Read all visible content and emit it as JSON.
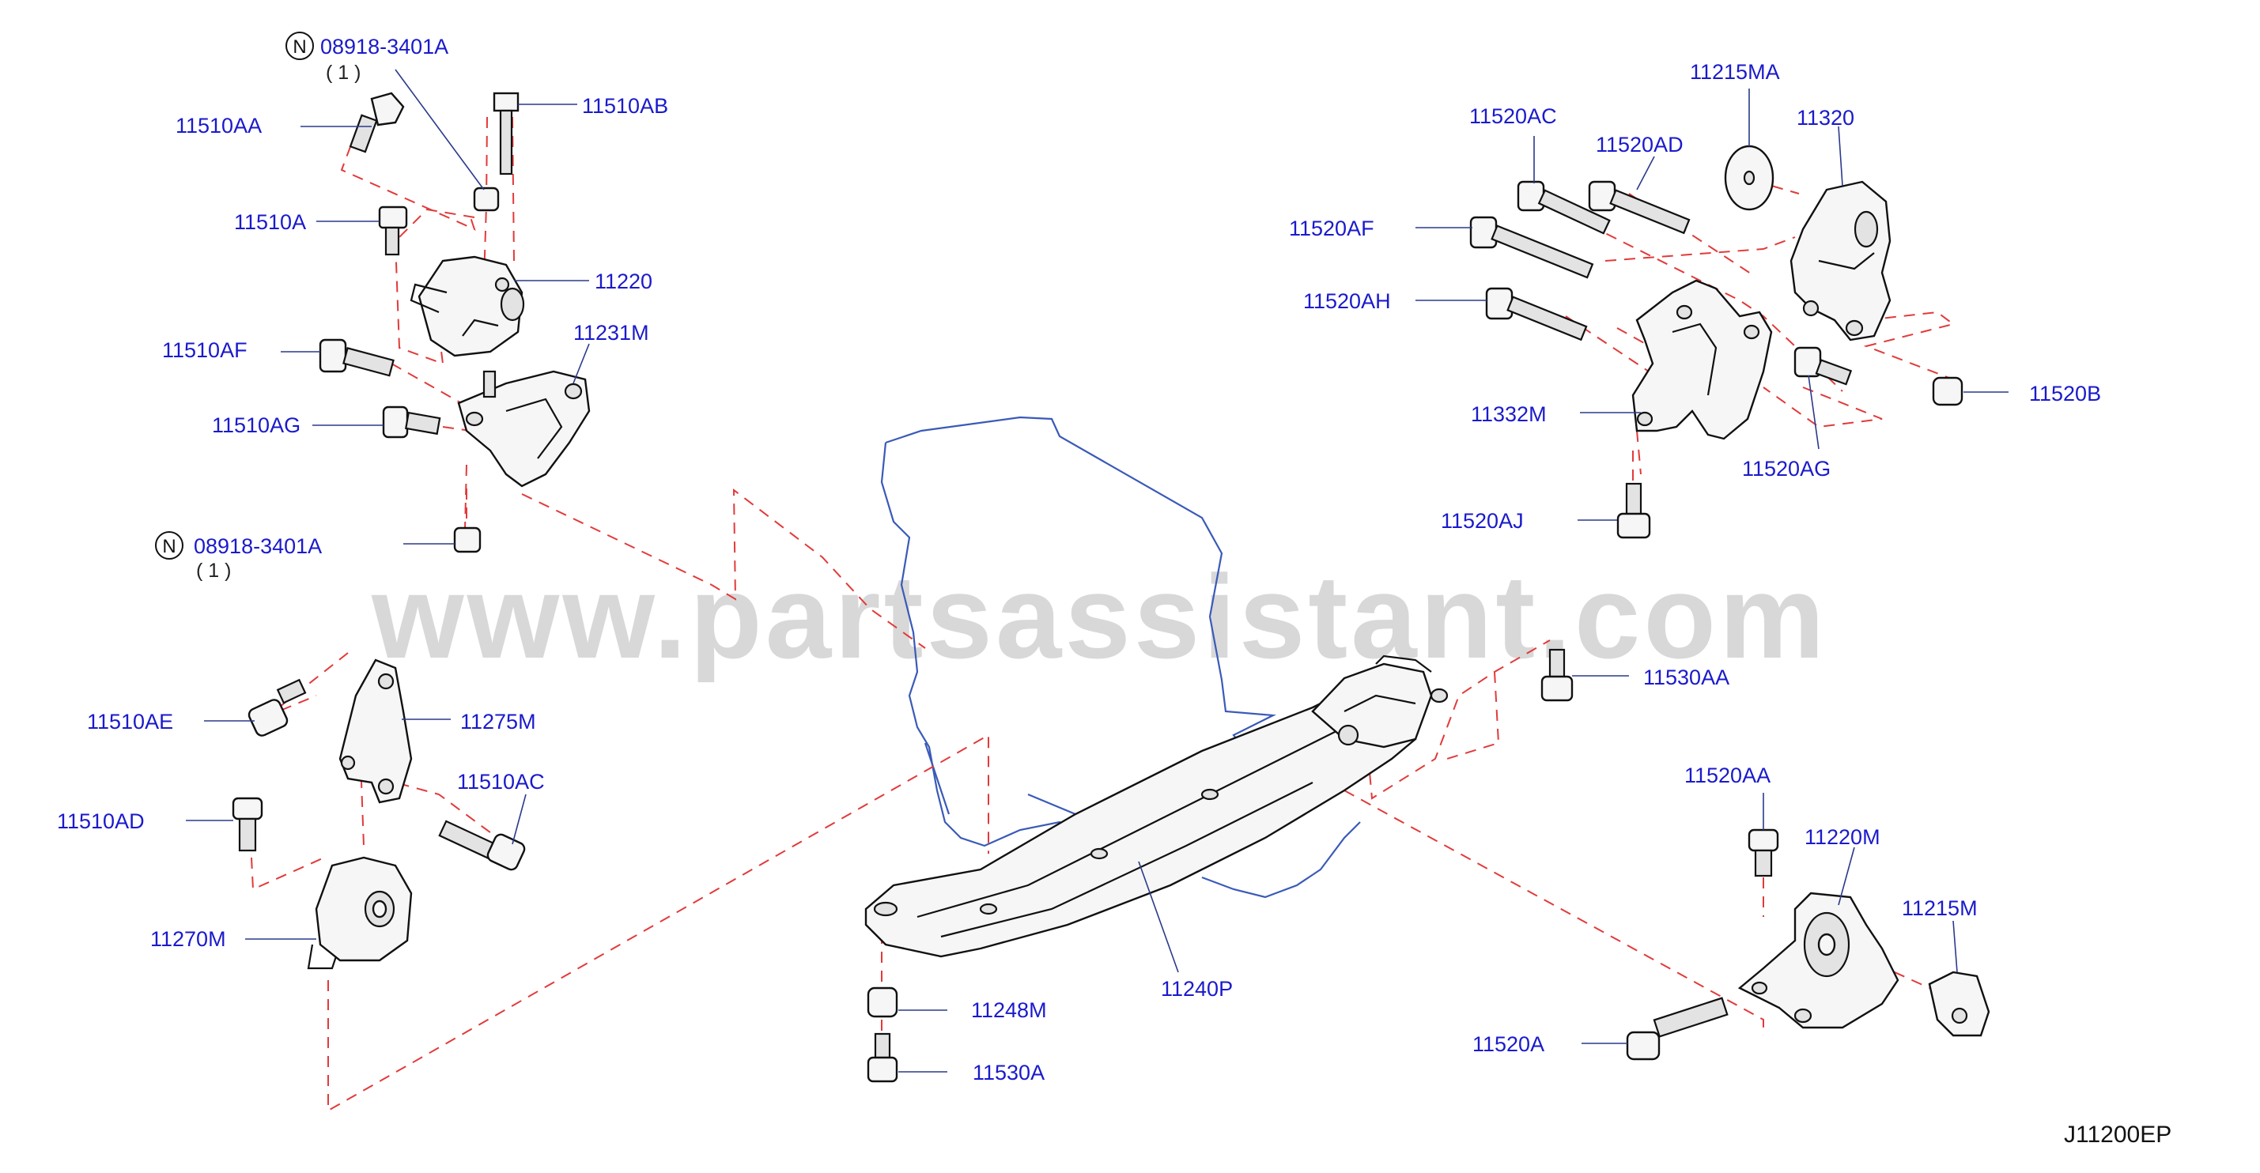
{
  "watermark": "www.partsassistant.com",
  "diagram_code": "J11200EP",
  "note_symbol": "N",
  "labels": {
    "p08918_top": "08918-3401A",
    "p08918_top_qty": "( 1 )",
    "p11510AA": "11510AA",
    "p11510AB": "11510AB",
    "p11510A": "11510A",
    "p11220": "11220",
    "p11231M": "11231M",
    "p11510AF": "11510AF",
    "p11510AG": "11510AG",
    "p08918_bot": "08918-3401A",
    "p08918_bot_qty": "( 1 )",
    "p11510AE": "11510AE",
    "p11275M": "11275M",
    "p11510AC": "11510AC",
    "p11510AD": "11510AD",
    "p11270M": "11270M",
    "p11248M": "11248M",
    "p11530A": "11530A",
    "p11240P": "11240P",
    "p11530AA": "11530AA",
    "p11520AC": "11520AC",
    "p11520AD": "11520AD",
    "p11215MA": "11215MA",
    "p11320": "11320",
    "p11520AF": "11520AF",
    "p11520AH": "11520AH",
    "p11332M": "11332M",
    "p11520B": "11520B",
    "p11520AG": "11520AG",
    "p11520AJ": "11520AJ",
    "p11520AA": "11520AA",
    "p11220M": "11220M",
    "p11215M": "11215M",
    "p11520A": "11520A"
  },
  "colors": {
    "label": "#1a1acc",
    "dashed_guide": "#e23a3a",
    "engine_outline": "#3a5ab8",
    "watermark": "#d8d8d8"
  }
}
